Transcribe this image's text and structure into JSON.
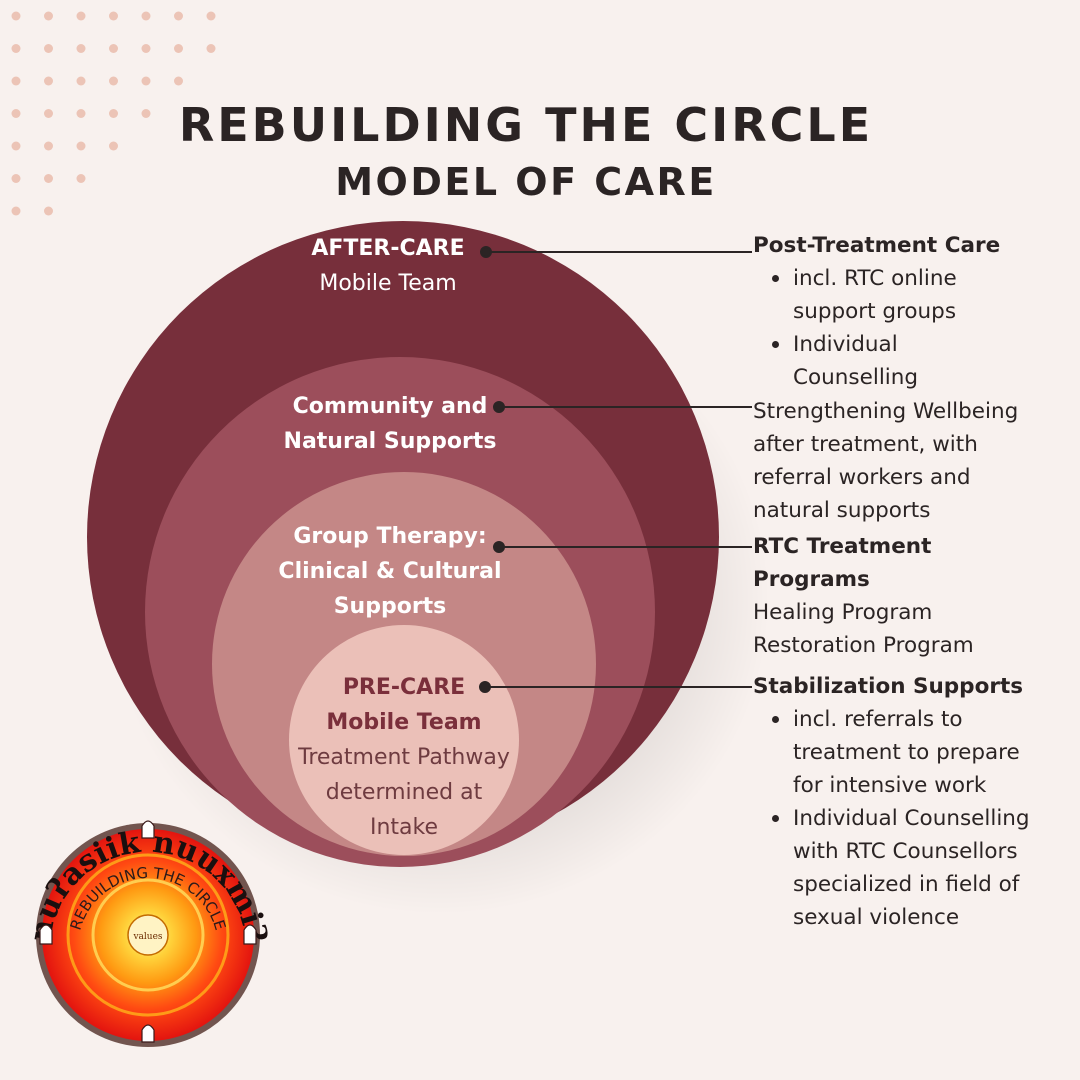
{
  "title": {
    "line1": "REBUILDING THE CIRCLE",
    "line2": "MODEL OF CARE"
  },
  "circles": [
    {
      "level": "after-care",
      "heading": "AFTER-CARE",
      "lines": [
        "Mobile Team"
      ],
      "color": "#772f3b"
    },
    {
      "level": "community",
      "heading": "Community and",
      "lines": [
        "Natural Supports"
      ],
      "color": "#9c4e5b"
    },
    {
      "level": "group-therapy",
      "heading": "Group Therapy:",
      "lines": [
        "Clinical & Cultural",
        "Supports"
      ],
      "color": "#c48786"
    },
    {
      "level": "pre-care",
      "heading": "PRE-CARE",
      "lines": [
        "Mobile Team",
        "Treatment Pathway",
        "determined at",
        "Intake"
      ],
      "color": "#ebc0b8"
    }
  ],
  "descriptions": {
    "post_treatment": {
      "heading": "Post-Treatment Care",
      "bullets": [
        "incl. RTC online support groups",
        "Individual Counselling"
      ]
    },
    "strengthening": {
      "lines": [
        "Strengthening Wellbeing",
        "after treatment, with",
        "referral workers and",
        "natural supports"
      ]
    },
    "rtc_programs": {
      "heading_lines": [
        "RTC Treatment",
        "Programs"
      ],
      "lines": [
        "Healing Program",
        "Restoration Program"
      ]
    },
    "stabilization": {
      "heading": "Stabilization Supports",
      "bullets": [
        "incl. referrals to treatment to prepare for intensive work",
        "Individual Counselling with RTC Counsellors specialized in field of sexual violence"
      ]
    }
  },
  "logo": {
    "outer_text": "nuʔasiik nuuxmiʔ",
    "ring_text": "REBUILDING THE CIRCLE",
    "center_text": "values"
  },
  "colors": {
    "background": "#f8f1ee",
    "text": "#2b2424",
    "dots": "#ecc4b6"
  }
}
